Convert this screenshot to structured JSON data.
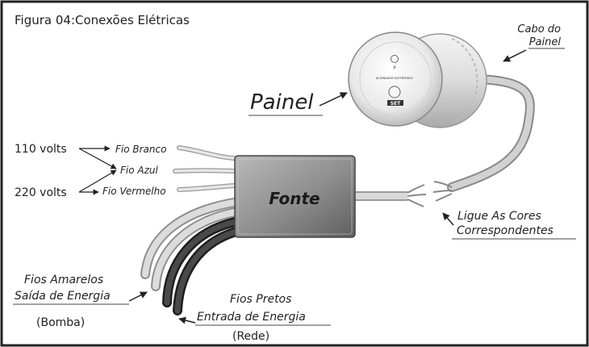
{
  "figure": {
    "title": "Figura 04:Conexões Elétricas",
    "panel_label": "Painel",
    "panel_cable_line1": "Cabo do",
    "panel_cable_line2": "Painel",
    "source_label": "Fonte",
    "volts_110": "110 volts",
    "volts_220": "220 volts",
    "wire_white": "Fio Branco",
    "wire_blue": "Fio Azul",
    "wire_red": "Fio Vermelho",
    "yellow_line1": "Fios Amarelos",
    "yellow_line2": "Saída de Energia",
    "yellow_note": "(Bomba)",
    "black_line1": "Fios Pretos",
    "black_line2": "Entrada de Energia",
    "black_note": "(Rede)",
    "connect_line1": "Ligue As Cores",
    "connect_line2": "Correspondentes",
    "device_text": "ACIONADOR ELETRÔNICO",
    "device_brand": "SET"
  },
  "colors": {
    "frame": "#222222",
    "box_dark": "#6d6d6d",
    "box_light": "#b9b9b9",
    "wire_gray": "#bdbdbd",
    "wire_black": "#2f2f2f"
  }
}
